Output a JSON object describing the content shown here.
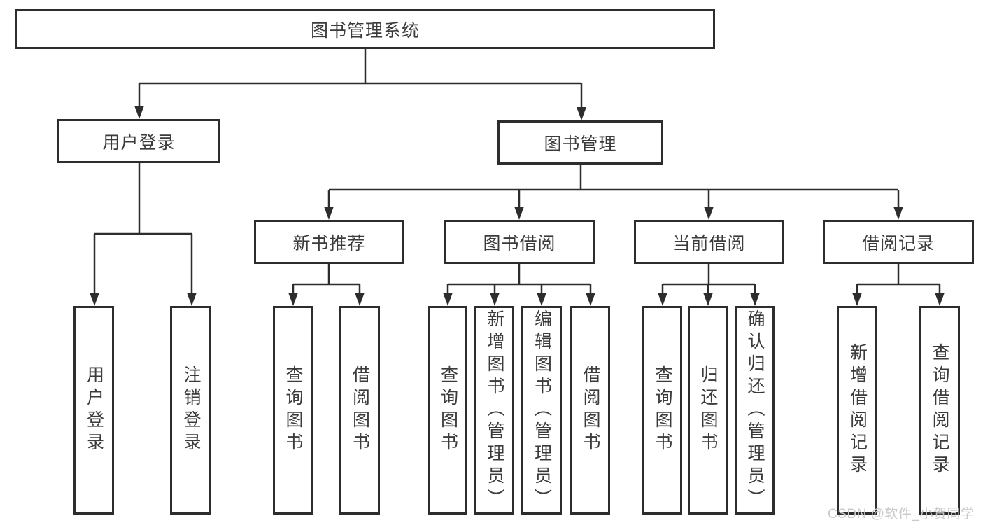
{
  "diagram": {
    "colors": {
      "line": "#2d2d2d",
      "box_border": "#2d2d2d",
      "text": "#3b3b3b",
      "background": "#ffffff",
      "watermark": "#c7c9cd"
    },
    "tree": {
      "root": {
        "label": "图书管理系统"
      },
      "level2": [
        {
          "label": "用户登录",
          "leaves": [
            {
              "label": "用户登录"
            },
            {
              "label": "注销登录"
            }
          ]
        },
        {
          "label": "图书管理",
          "sections": [
            {
              "label": "新书推荐",
              "leaves": [
                {
                  "label": "查询图书"
                },
                {
                  "label": "借阅图书"
                }
              ]
            },
            {
              "label": "图书借阅",
              "leaves": [
                {
                  "label": "查询图书"
                },
                {
                  "label": "新增图书（管理员）"
                },
                {
                  "label": "编辑图书（管理员）"
                },
                {
                  "label": "借阅图书"
                }
              ]
            },
            {
              "label": "当前借阅",
              "leaves": [
                {
                  "label": "查询图书"
                },
                {
                  "label": "归还图书"
                },
                {
                  "label": "确认归还（管理员）"
                }
              ]
            },
            {
              "label": "借阅记录",
              "leaves": [
                {
                  "label": "新增借阅记录"
                },
                {
                  "label": "查询借阅记录"
                }
              ]
            }
          ]
        }
      ]
    },
    "watermark": {
      "text": "CSDN @软件_小贺同学"
    }
  }
}
